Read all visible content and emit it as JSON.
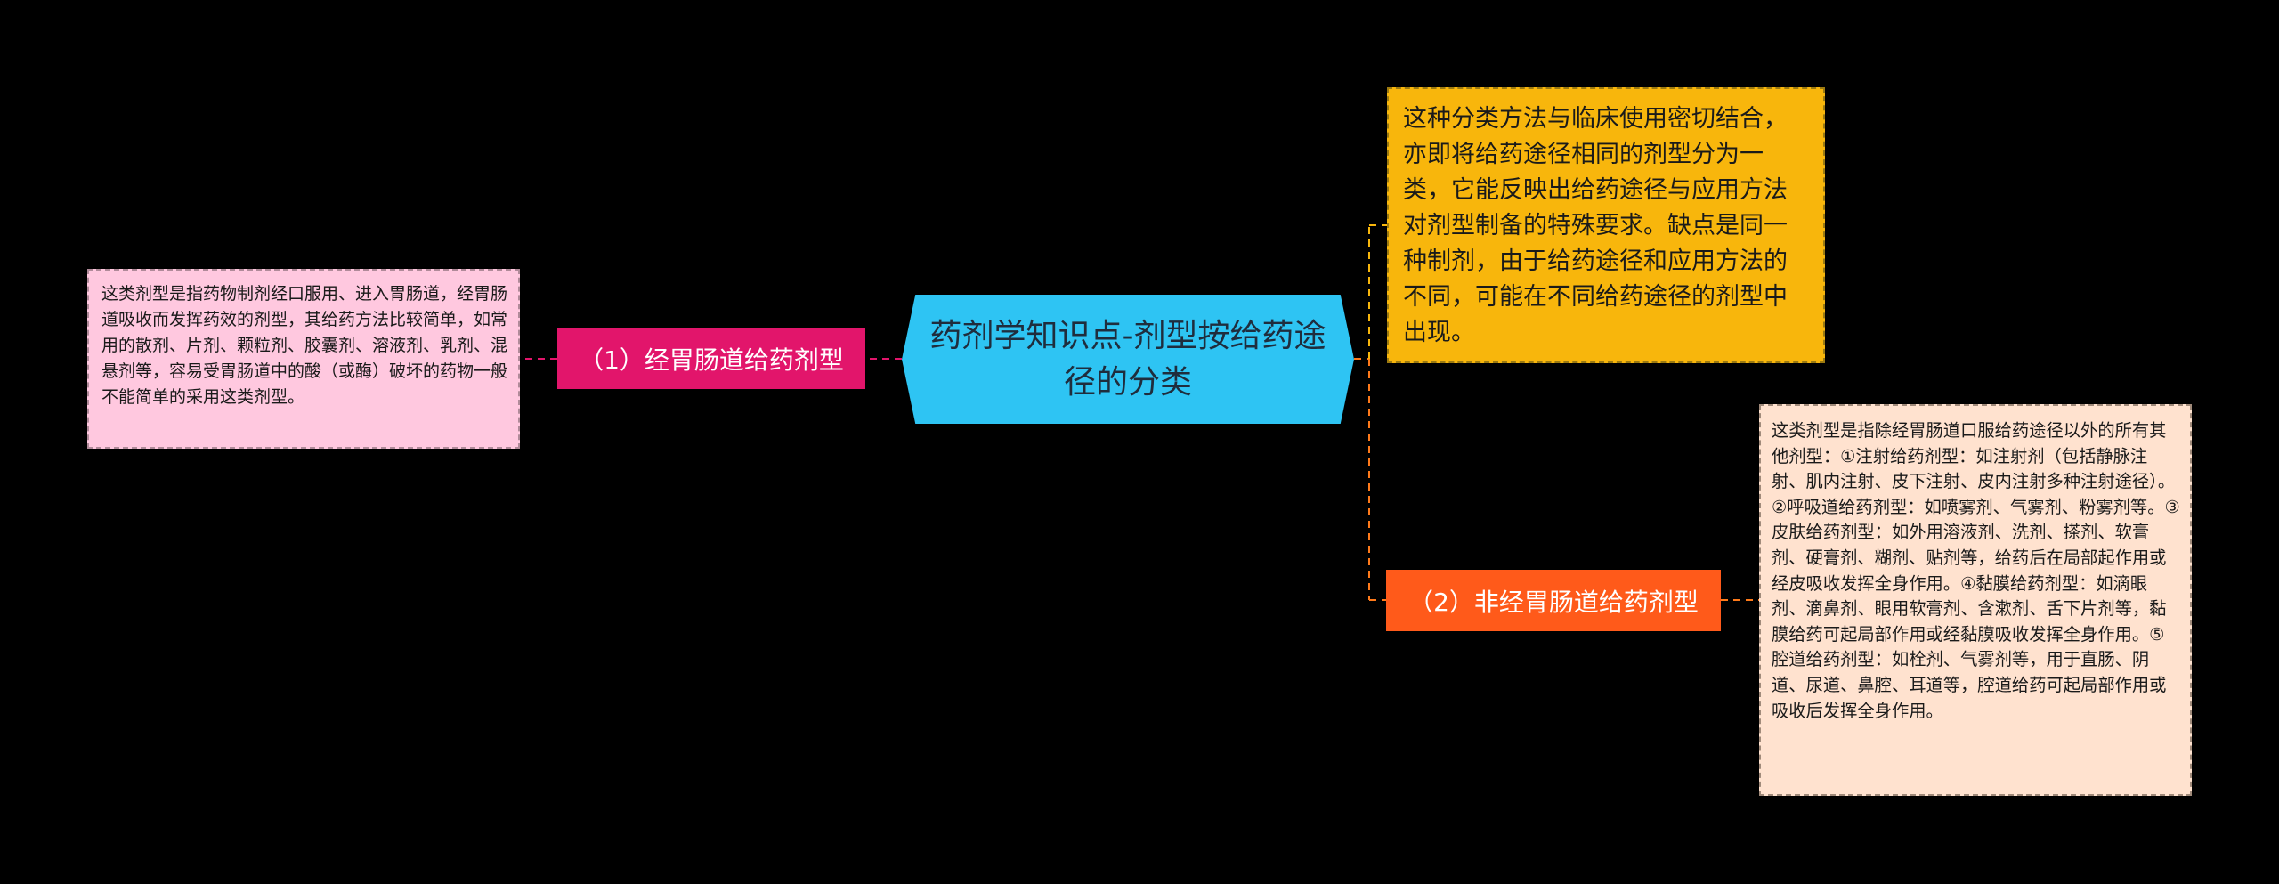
{
  "mindmap": {
    "center": {
      "title": "药剂学知识点-剂型按给药途径的分类",
      "color": "#2EC4F3"
    },
    "branches": [
      {
        "label": "（1）经胃肠道给药剂型",
        "color": "#E2156B",
        "note": "这类剂型是指药物制剂经口服用、进入胃肠道，经胃肠道吸收而发挥药效的剂型，其给药方法比较简单，如常用的散剂、片剂、颗粒剂、胶囊剂、溶液剂、乳剂、混悬剂等，容易受胃肠道中的酸（或酶）破坏的药物一般不能简单的采用这类剂型。",
        "note_color": "#FFC8DF"
      },
      {
        "label": "（2）非经胃肠道给药剂型",
        "color": "#FF5A1A",
        "note": "这类剂型是指除经胃肠道口服给药途径以外的所有其他剂型：①注射给药剂型：如注射剂（包括静脉注射、肌内注射、皮下注射、皮内注射多种注射途径）。②呼吸道给药剂型：如喷雾剂、气雾剂、粉雾剂等。③皮肤给药剂型：如外用溶液剂、洗剂、搽剂、软膏剂、硬膏剂、糊剂、贴剂等，给药后在局部起作用或经皮吸收发挥全身作用。④黏膜给药剂型：如滴眼剂、滴鼻剂、眼用软膏剂、含漱剂、舌下片剂等，黏膜给药可起局部作用或经黏膜吸收发挥全身作用。⑤腔道给药剂型：如栓剂、气雾剂等，用于直肠、阴道、尿道、鼻腔、耳道等，腔道给药可起局部作用或吸收后发挥全身作用。",
        "note_color": "#FFE2CF"
      }
    ],
    "summary_note": {
      "text": "这种分类方法与临床使用密切结合，亦即将给药途径相同的剂型分为一类，它能反映出给药途径与应用方法对剂型制备的特殊要求。缺点是同一种制剂，由于给药途径和应用方法的不同，可能在不同给药途径的剂型中出现。",
      "color": "#F8B60C"
    }
  }
}
